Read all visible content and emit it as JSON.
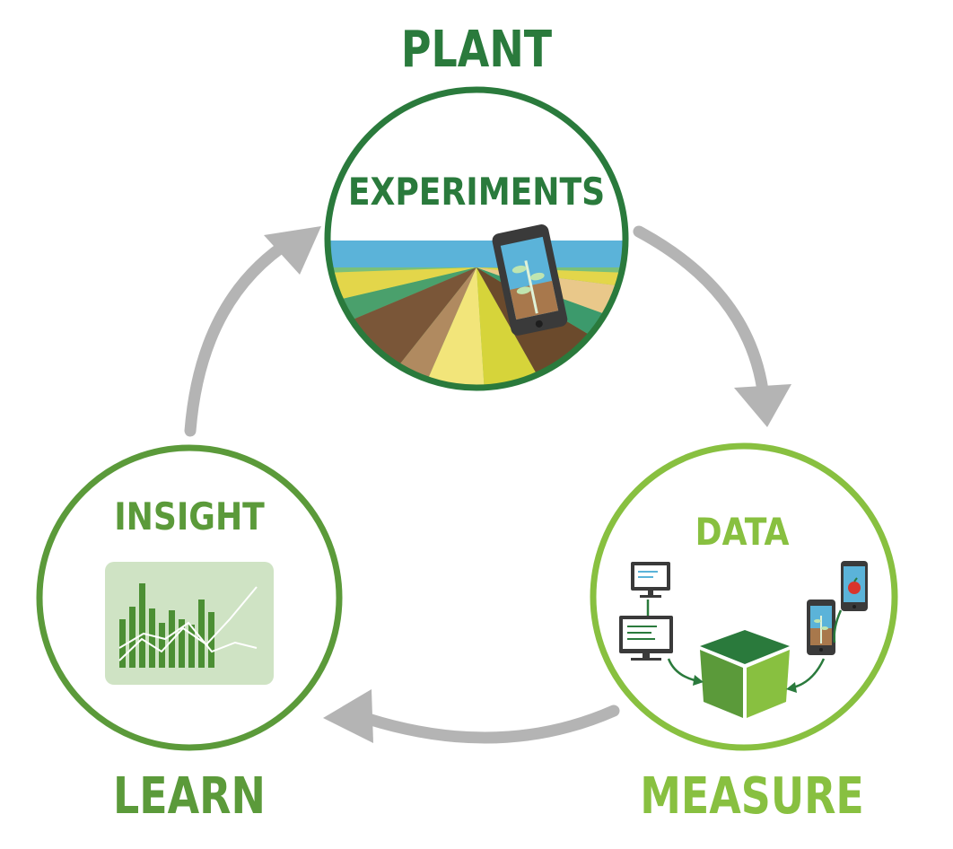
{
  "stages": {
    "plant": {
      "label": "PLANT",
      "inner_label": "EXPERIMENTS"
    },
    "measure": {
      "label": "MEASURE",
      "inner_label": "DATA"
    },
    "learn": {
      "label": "LEARN",
      "inner_label": "INSIGHT"
    }
  },
  "colors": {
    "plant_green": "#2a7a3c",
    "measure_green": "#88c040",
    "learn_green": "#5b9a3a",
    "arrow_gray": "#b4b4b4",
    "sky_blue": "#5bb3d9"
  },
  "icons": {
    "plant": "field-with-phone",
    "measure": [
      "monitor",
      "monitor",
      "phone",
      "phone",
      "data-cube"
    ],
    "learn": "bar-line-chart"
  }
}
